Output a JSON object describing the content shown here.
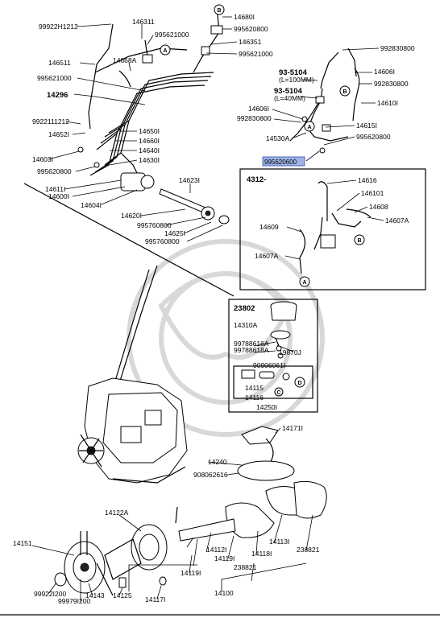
{
  "labels": {
    "p99922H1212": "99922H1212",
    "p14631I": "146311",
    "p995621000a": "995621000",
    "p14680I": "14680I",
    "p995620800a": "995620800",
    "p14635I": "146351",
    "p995621000b": "995621000",
    "p14651I": "146511",
    "p14668A": "14668A",
    "p995621000c": "995621000",
    "p14296": "14296",
    "p9922111212": "9922111212",
    "p14652I": "14652I",
    "p14650I": "14650I",
    "p14660I": "14660I",
    "p14640I": "14640I",
    "p14603I": "14603I",
    "p14630I": "14630I",
    "p995620800b": "995620800",
    "p14611I": "14611I",
    "p14600I": "14600I",
    "p14604I": "14604I",
    "p14623I": "14623I",
    "p14620I": "14620I",
    "p995760800a": "995760800",
    "p14625I": "14625I",
    "p995760800b": "995760800",
    "p992830800a": "992830800",
    "p93-5104a": "93-5104",
    "pL100": "(L=100MM)",
    "p14606Ia": "14606I",
    "p992830800b": "992830800",
    "p93-5104b": "93-5104",
    "pL40": "(L=40MM)",
    "p14610I": "14610I",
    "p14606Ib": "14606I",
    "p992830800c": "992830800",
    "p14615I": "14615I",
    "p14530A": "14530A",
    "p995620800c": "995620800",
    "p995620600": "995620600",
    "p4312": "4312-",
    "p14616": "14616",
    "p146101": "146101",
    "p14608": "14608",
    "p14607A": "14607A",
    "p14609": "14609",
    "p14607Ab": "14607A",
    "p23802": "23802",
    "p14310A": "14310A",
    "p99788616A": "99788616A",
    "p99788618A": "99788618A",
    "p19870J": "19870J",
    "p90906061I": "90906061I",
    "p14115": "14115",
    "p14116": "14116",
    "p14250I": "14250I",
    "p14171I": "14171I",
    "p14240": "14240",
    "p90806261": "908062616",
    "p14122A": "14122A",
    "p14151": "14151",
    "p14112I": "14112I",
    "p14119I": "14119I",
    "p14118I": "14118I",
    "p14113I": "14113I",
    "p238821a": "238821",
    "p238821b": "238821",
    "p99922I200": "99922I200",
    "p99979I200": "99979I200",
    "p14143": "14143",
    "p14125": "14125",
    "p14117I": "14117I",
    "p14119Ib": "14119I",
    "p14100": "14100"
  },
  "markers": {
    "A": "A",
    "B": "B",
    "C": "C",
    "D": "D"
  },
  "highlight": {
    "part_number": "995620600",
    "color": "#9fb3e8"
  }
}
